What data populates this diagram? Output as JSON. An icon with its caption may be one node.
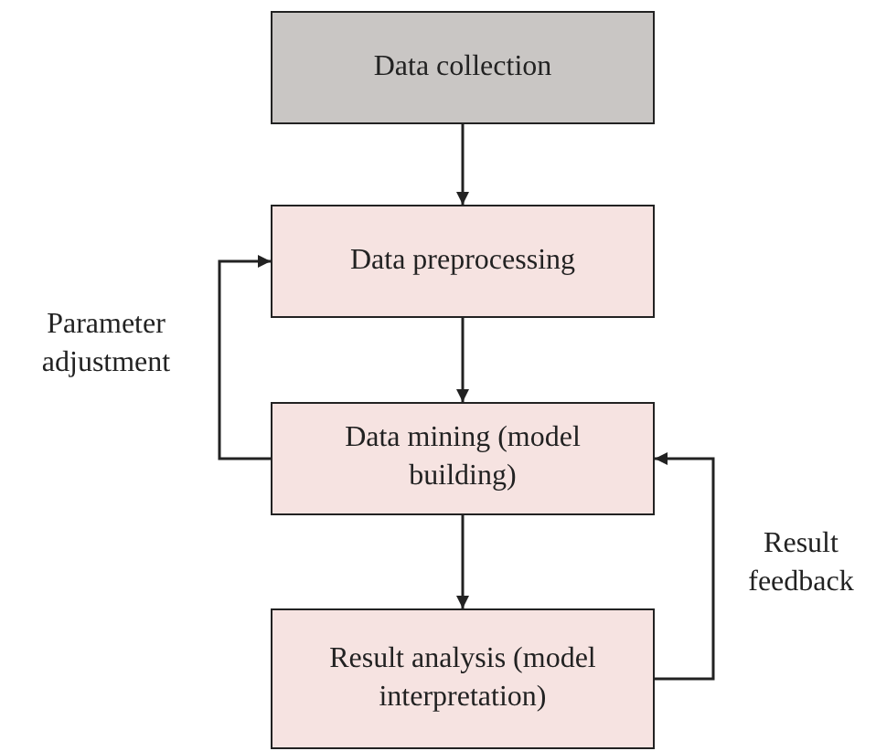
{
  "diagram": {
    "nodes": [
      {
        "text": [
          "Data collection"
        ]
      },
      {
        "text": [
          "Data preprocessing"
        ]
      },
      {
        "text": [
          "Data mining (model building)"
        ]
      },
      {
        "text": [
          "Result analysis (model interpretation)"
        ]
      }
    ],
    "edges": [
      {
        "from": 0,
        "to": 1,
        "arrow": "to"
      },
      {
        "from": 1,
        "to": 2,
        "arrow": "to"
      },
      {
        "from": 2,
        "to": 1,
        "arrow": "to",
        "label": "Parameter adjustment"
      },
      {
        "from": 2,
        "to": 3,
        "arrow": "to"
      },
      {
        "from": 3,
        "to": 2,
        "arrow": "to",
        "label": "Result feedback"
      }
    ]
  }
}
